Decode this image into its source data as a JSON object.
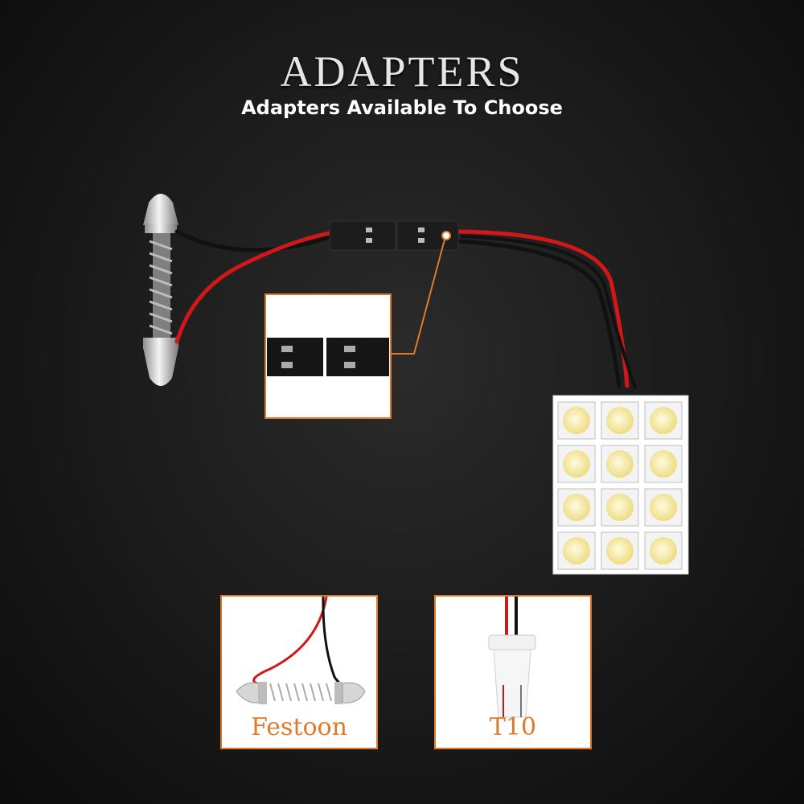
{
  "header": {
    "title": "ADAPTERS",
    "subtitle": "Adapters Available To Choose"
  },
  "options": [
    {
      "label": "Festoon"
    },
    {
      "label": "T10"
    }
  ],
  "led_panel": {
    "leds": 12
  },
  "colors": {
    "accent": "#e07a2a",
    "wire_red": "#d01818",
    "wire_black": "#111111",
    "led": "#f7f0b0"
  }
}
